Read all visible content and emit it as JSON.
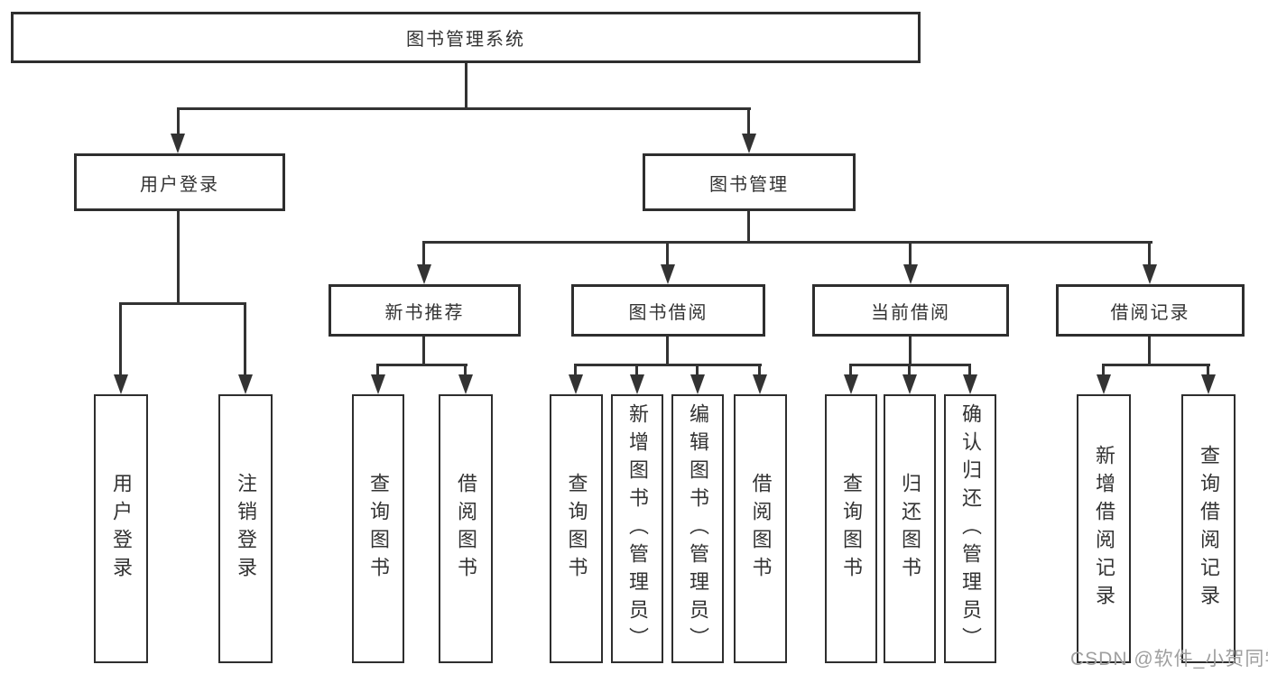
{
  "tree": {
    "root": {
      "label": "图书管理系统"
    },
    "level2": [
      {
        "label": "用户登录",
        "children": [
          {
            "label": "用户登录"
          },
          {
            "label": "注销登录"
          }
        ]
      },
      {
        "label": "图书管理",
        "children": [
          {
            "label": "新书推荐",
            "children": [
              {
                "label": "查询图书"
              },
              {
                "label": "借阅图书"
              }
            ]
          },
          {
            "label": "图书借阅",
            "children": [
              {
                "label": "查询图书"
              },
              {
                "label": "新增图书（管理员）"
              },
              {
                "label": "编辑图书（管理员）"
              },
              {
                "label": "借阅图书"
              }
            ]
          },
          {
            "label": "当前借阅",
            "children": [
              {
                "label": "查询图书"
              },
              {
                "label": "归还图书"
              },
              {
                "label": "确认归还（管理员）"
              }
            ]
          },
          {
            "label": "借阅记录",
            "children": [
              {
                "label": "新增借阅记录"
              },
              {
                "label": "查询借阅记录"
              }
            ]
          }
        ]
      }
    ]
  },
  "watermark": {
    "text": "CSDN @软件_小贺同学",
    "color": "#9f9f9f"
  },
  "colors": {
    "line": "#333333",
    "box_border": "#2e2e2e",
    "text": "#333333",
    "background": "#ffffff"
  }
}
